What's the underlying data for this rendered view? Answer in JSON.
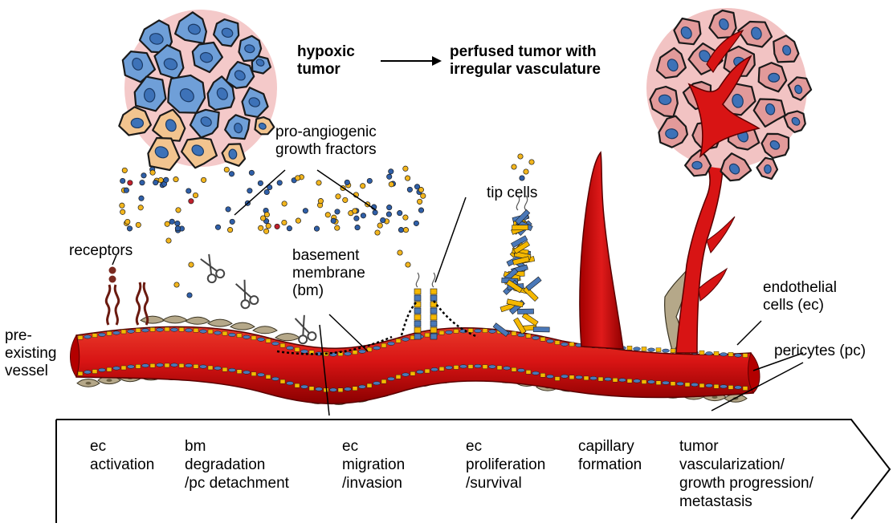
{
  "title_left": [
    "hypoxic",
    "tumor"
  ],
  "title_right": [
    "perfused tumor with",
    "irregular vasculature"
  ],
  "labels": {
    "growth_factors": [
      "pro-angiogenic",
      "growth fractors"
    ],
    "receptors": "receptors",
    "tip_cells": "tip cells",
    "basement_membrane": [
      "basement",
      "membrane",
      "(bm)"
    ],
    "pre_existing_vessel": [
      "pre-",
      "existing",
      "vessel"
    ],
    "endothelial_cells": [
      "endothelial",
      "cells (ec)"
    ],
    "pericytes": "pericytes (pc)"
  },
  "stages": [
    {
      "lines": [
        "ec",
        "activation"
      ]
    },
    {
      "lines": [
        "bm",
        "degradation",
        "/pc detachment"
      ]
    },
    {
      "lines": [
        "ec",
        "migration",
        "/invasion"
      ]
    },
    {
      "lines": [
        "ec",
        "proliferation",
        "/survival"
      ]
    },
    {
      "lines": [
        "capillary",
        "formation"
      ]
    },
    {
      "lines": [
        "tumor",
        "vascularization/",
        "growth progression/",
        "metastasis"
      ]
    }
  ],
  "colors": {
    "vessel_red": "#d81414",
    "vessel_dark": "#8a0000",
    "hypoxic_cell": "#6f9fd8",
    "orange_cell": "#f2c48f",
    "nucleus_blue": "#3d72b8",
    "perfused_cell": "#e29a9a",
    "pericyte": "#b5a889",
    "endothelial_yellow": "#f5b800",
    "growth_factor_blue": "#2f5fa8",
    "growth_factor_yellow": "#f2b51d",
    "growth_factor_red": "#c0202c"
  }
}
